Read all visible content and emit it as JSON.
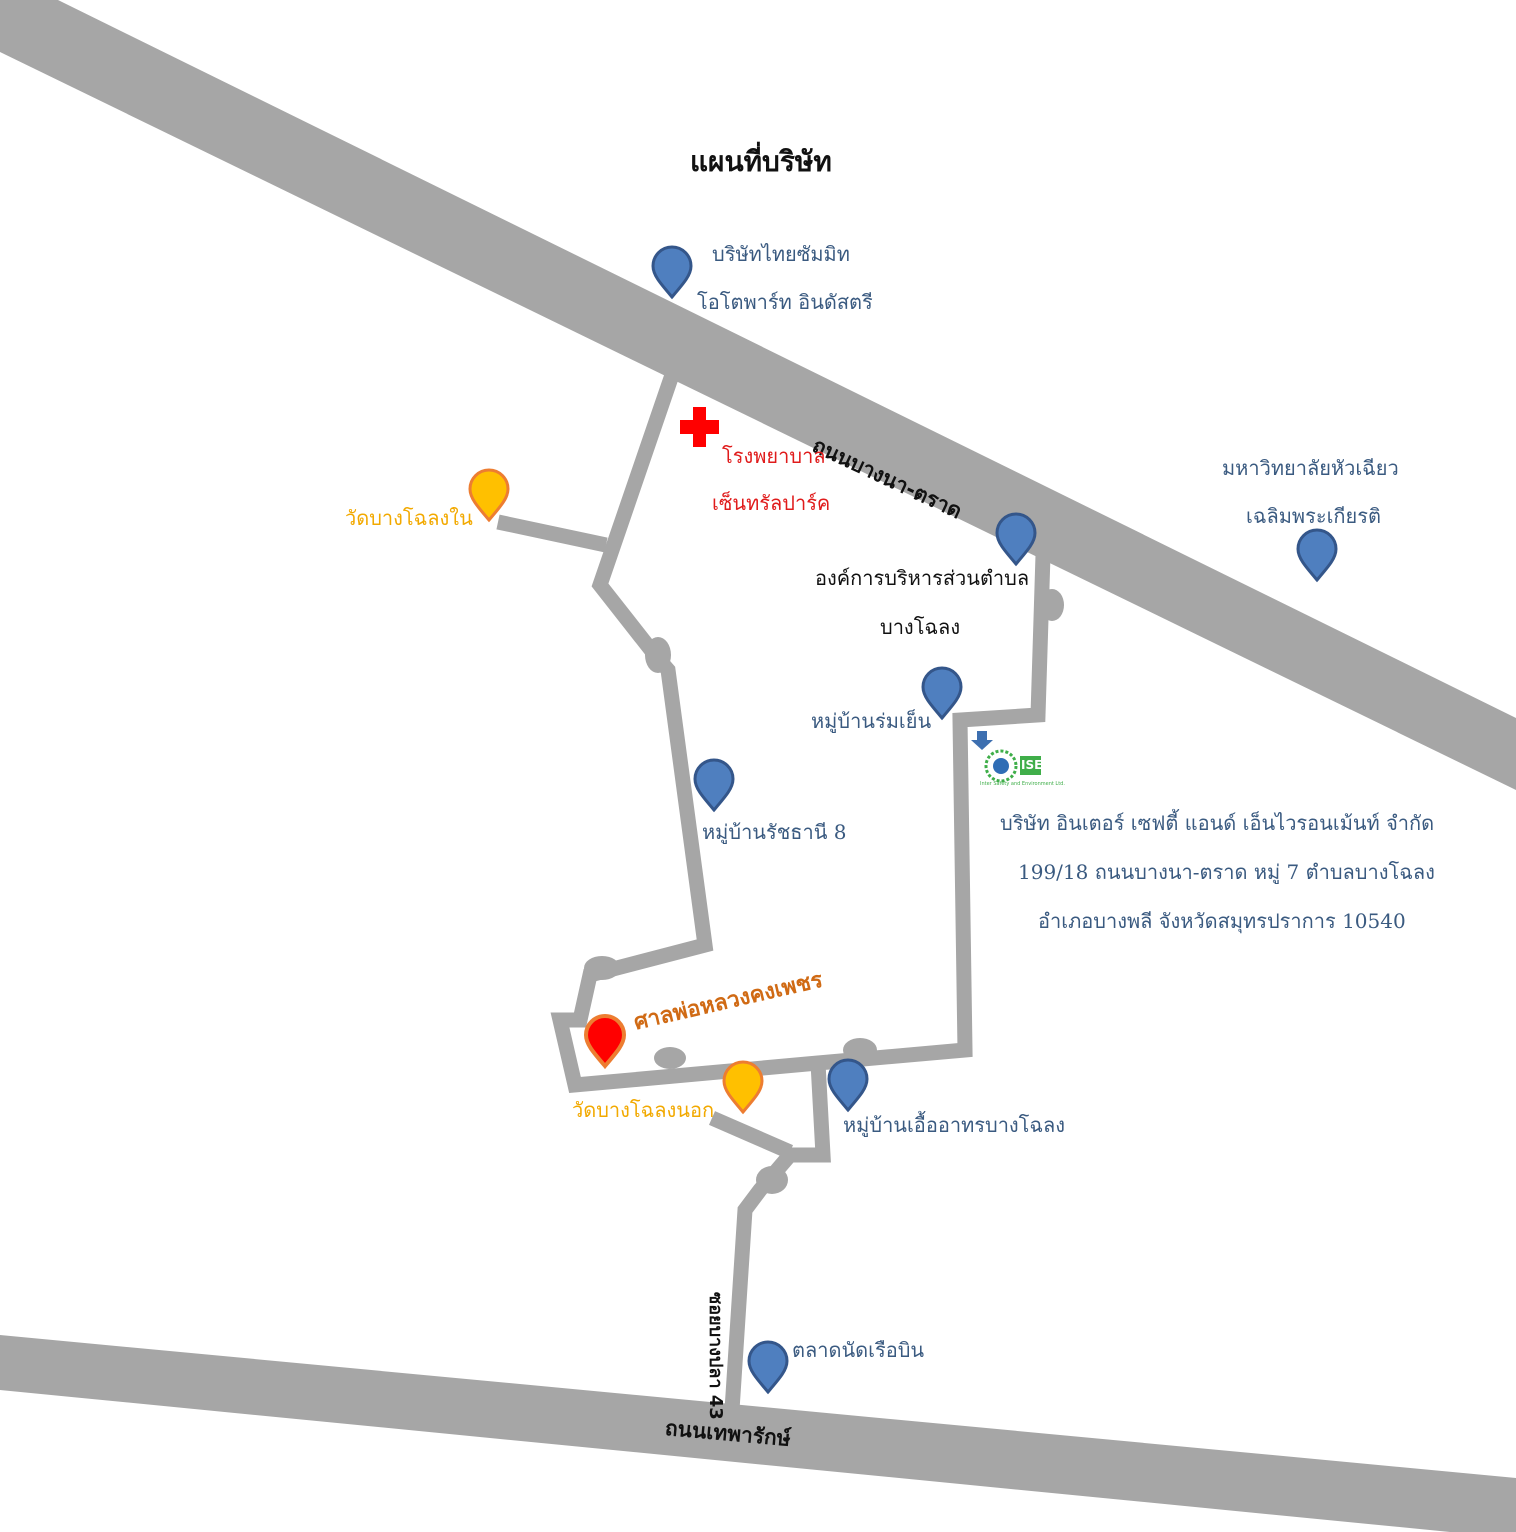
{
  "map": {
    "title": "แผนที่บริษัท",
    "roads": {
      "main_highway": "ถนนบางนา-ตราด",
      "south_road": "ถนนเทพารักษ์",
      "soi": "ซอยบางปลา 43"
    },
    "places": {
      "thai_summit_line1": "บริษัทไทยซัมมิท",
      "thai_summit_line2": "โอโตพาร์ท อินดัสตรี",
      "hospital_line1": "โรงพยาบาล",
      "hospital_line2": "เซ็นทรัลปาร์ค",
      "wat_bang_chalong_nai": "วัดบางโฉลงใน",
      "university_line1": "มหาวิทยาลัยหัวเฉียว",
      "university_line2": "เฉลิมพระเกียรติ",
      "sao_line1": "องค์การบริหารส่วนตำบล",
      "sao_line2": "บางโฉลง",
      "village_rom_yen": "หมู่บ้านร่มเย็น",
      "village_ratchanee": "หมู่บ้านรัชธานี 8",
      "shrine": "ศาลพ่อหลวงคงเพชร",
      "wat_bang_chalong_nok": "วัดบางโฉลงนอก",
      "village_uea_athon": "หมู่บ้านเอื้ออาทรบางโฉลง",
      "market": "ตลาดนัดเรือบิน"
    },
    "company": {
      "name": "บริษัท อินเตอร์ เซฟตี้ แอนด์ เอ็นไวรอนเม้นท์ จำกัด",
      "address_line1": "199/18 ถนนบางนา-ตราด หมู่ 7 ตำบลบางโฉลง",
      "address_line2": "อำเภอบางพลี จังหวัดสมุทรปราการ 10540",
      "logo_text": "ISE",
      "logo_caption": "Inter Safety and Environment Ltd."
    },
    "colors": {
      "road": "#a6a6a6",
      "pin_blue": "#4f7fbf",
      "pin_blue_stroke": "#34568a",
      "pin_yellow": "#ffc000",
      "pin_orange_stroke": "#ed7d31",
      "pin_red": "#ff0000",
      "hospital_cross": "#ff0000",
      "label_blue": "#3a5a80",
      "label_red": "#e01b1b",
      "label_yellow": "#f2a900",
      "label_orange": "#d06a14",
      "logo_green": "#3fae49",
      "logo_blue": "#2f6db5"
    },
    "icons": {
      "place_pin": "map-pin-icon",
      "hospital": "red-cross-icon",
      "company_arrow": "arrow-down-icon",
      "company_logo": "ise-logo"
    }
  }
}
